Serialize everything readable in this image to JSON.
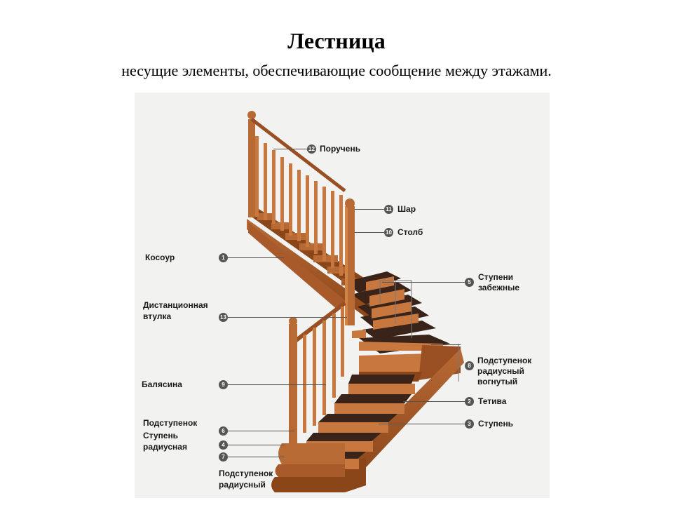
{
  "title": "Лестница",
  "subtitle": "несущие элементы, обеспечивающие сообщение между этажами.",
  "colors": {
    "wood_light": "#c8783f",
    "wood_mid": "#a85a2a",
    "wood_dark": "#6e3514",
    "tread_dark": "#3a2318",
    "background": "#f2f2f1",
    "leader": "#555555"
  },
  "labels": {
    "l12": {
      "num": "12",
      "text": "Поручень"
    },
    "l11": {
      "num": "11",
      "text": "Шар"
    },
    "l10": {
      "num": "10",
      "text": "Столб"
    },
    "l1": {
      "num": "1",
      "text": "Косоур"
    },
    "l5": {
      "num": "5",
      "line1": "Ступени",
      "line2": "забежные"
    },
    "l13": {
      "num": "13",
      "line1": "Дистанционная",
      "line2": "втулка"
    },
    "l8": {
      "num": "8",
      "line1": "Подступенок",
      "line2": "радиусный",
      "line3": "вогнутый"
    },
    "l9": {
      "num": "9",
      "text": "Балясина"
    },
    "l2": {
      "num": "2",
      "text": "Тетива"
    },
    "l6": {
      "num": "6",
      "text": "Подступенок"
    },
    "l3": {
      "num": "3",
      "text": "Ступень"
    },
    "l4": {
      "num": "4",
      "line1": "Ступень",
      "line2": "радиусная"
    },
    "l7": {
      "num": "7",
      "line1": "Подступенок",
      "line2": "радиусный"
    }
  }
}
